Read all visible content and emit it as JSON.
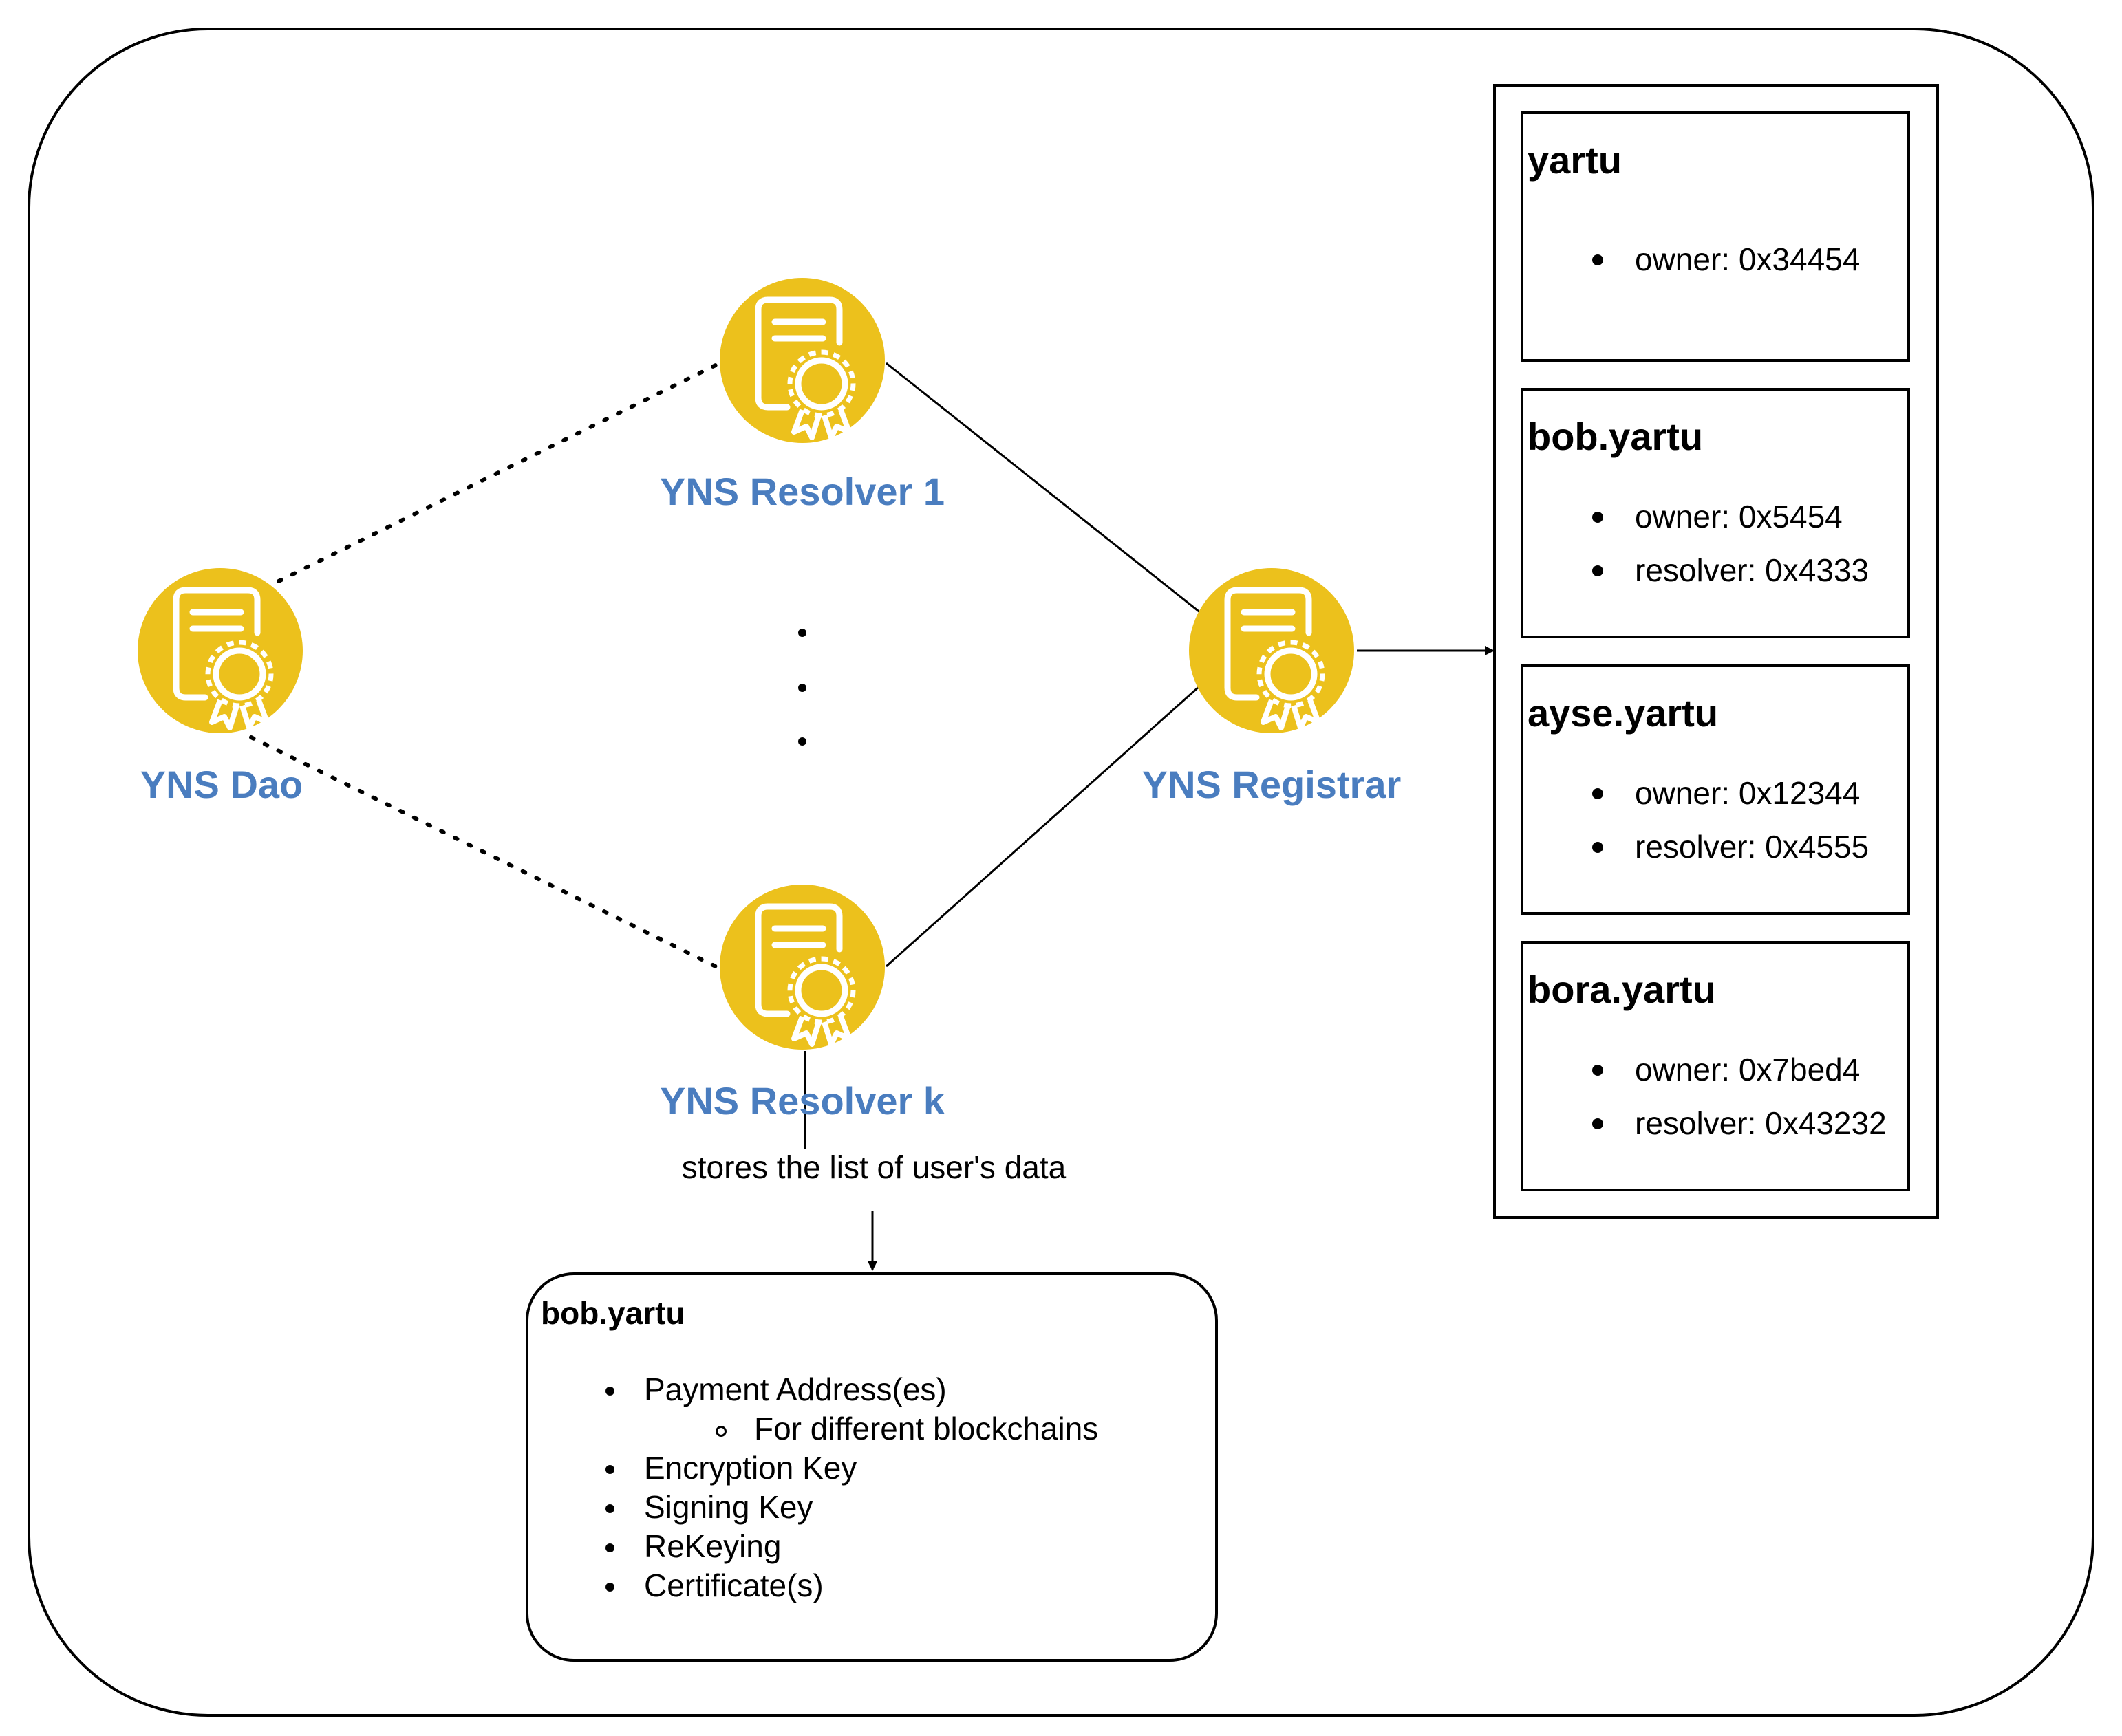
{
  "colors": {
    "node_fill": "#ECC11C",
    "label": "#4A7DBF",
    "line": "#000000"
  },
  "nodes": {
    "dao": {
      "label": "YNS Dao",
      "icon": "certificate-icon"
    },
    "resolver1": {
      "label": "YNS Resolver 1",
      "icon": "certificate-icon"
    },
    "resolverk": {
      "label": "YNS Resolver k",
      "icon": "certificate-icon"
    },
    "registrar": {
      "label": "YNS Registrar",
      "icon": "certificate-icon"
    }
  },
  "edge_label": "stores the list of user's data",
  "registry": [
    {
      "name": "yartu",
      "fields": [
        "owner: 0x34454"
      ]
    },
    {
      "name": "bob.yartu",
      "fields": [
        "owner: 0x5454",
        "resolver: 0x4333"
      ]
    },
    {
      "name": "ayse.yartu",
      "fields": [
        "owner: 0x12344",
        "resolver: 0x4555"
      ]
    },
    {
      "name": "bora.yartu",
      "fields": [
        "owner: 0x7bed4",
        "resolver: 0x43232"
      ]
    }
  ],
  "detail": {
    "title": "bob.yartu",
    "items": [
      "Payment Address(es)",
      "For different blockchains",
      "Encryption Key",
      "Signing Key",
      "ReKeying",
      "Certificate(s)"
    ]
  }
}
